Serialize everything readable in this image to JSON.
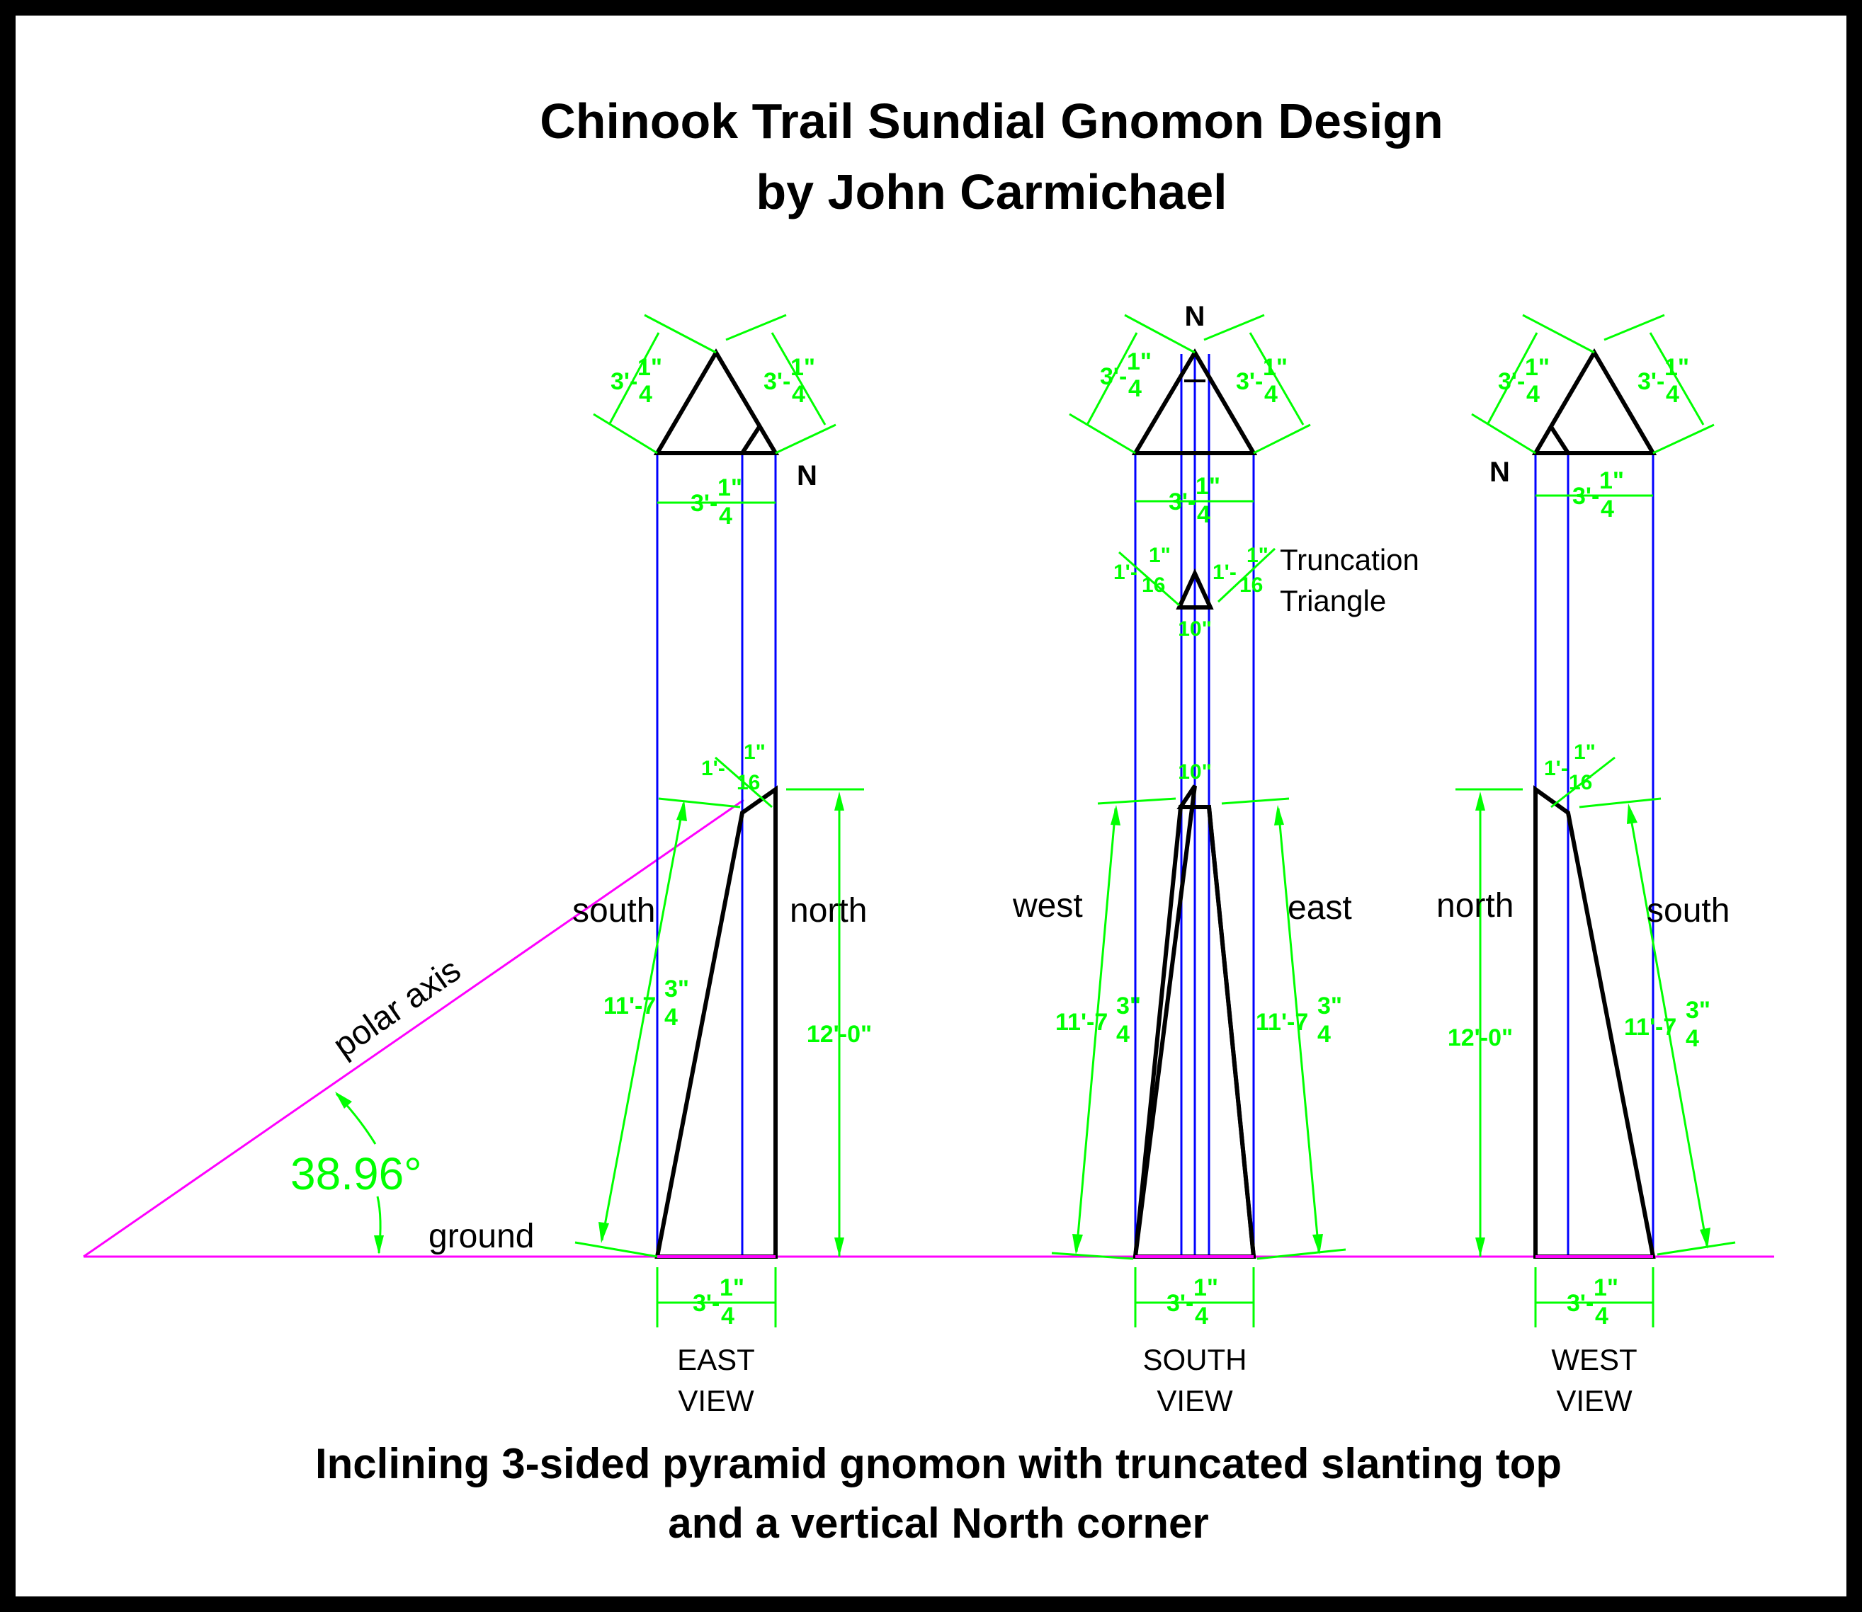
{
  "title": {
    "line1": "Chinook Trail Sundial Gnomon Design",
    "line2": "by John Carmichael"
  },
  "caption": {
    "line1": "Inclining 3-sided pyramid gnomon with truncated slanting top",
    "line2": "and a vertical North corner"
  },
  "labels": {
    "polar_axis": "polar axis",
    "ground": "ground",
    "angle": "38.96°",
    "north_marker": "N",
    "truncation_line1": "Truncation",
    "truncation_line2": "Triangle"
  },
  "views": {
    "east": {
      "line1": "EAST",
      "line2": "VIEW",
      "left_side": "south",
      "right_side": "north"
    },
    "south": {
      "line1": "SOUTH",
      "line2": "VIEW",
      "left_side": "west",
      "right_side": "east"
    },
    "west": {
      "line1": "WEST",
      "line2": "VIEW",
      "left_side": "north",
      "right_side": "south"
    }
  },
  "dimensions": {
    "base_width": "3'-",
    "frac_quarter_num": "1\"",
    "frac_quarter_den": "4",
    "truncation_edge": "1'-",
    "frac_sixteenth_num": "1\"",
    "frac_sixteenth_den": "16",
    "truncation_width": "10\"",
    "slant_height": "11'-7",
    "frac_threequarter_num": "3\"",
    "frac_threequarter_den": "4",
    "vertical_height": "12'-0\""
  },
  "colors": {
    "outline": "#000000",
    "projection": "#0000ff",
    "dimension": "#00ff00",
    "axis": "#ff00ff",
    "border": "#000000"
  }
}
